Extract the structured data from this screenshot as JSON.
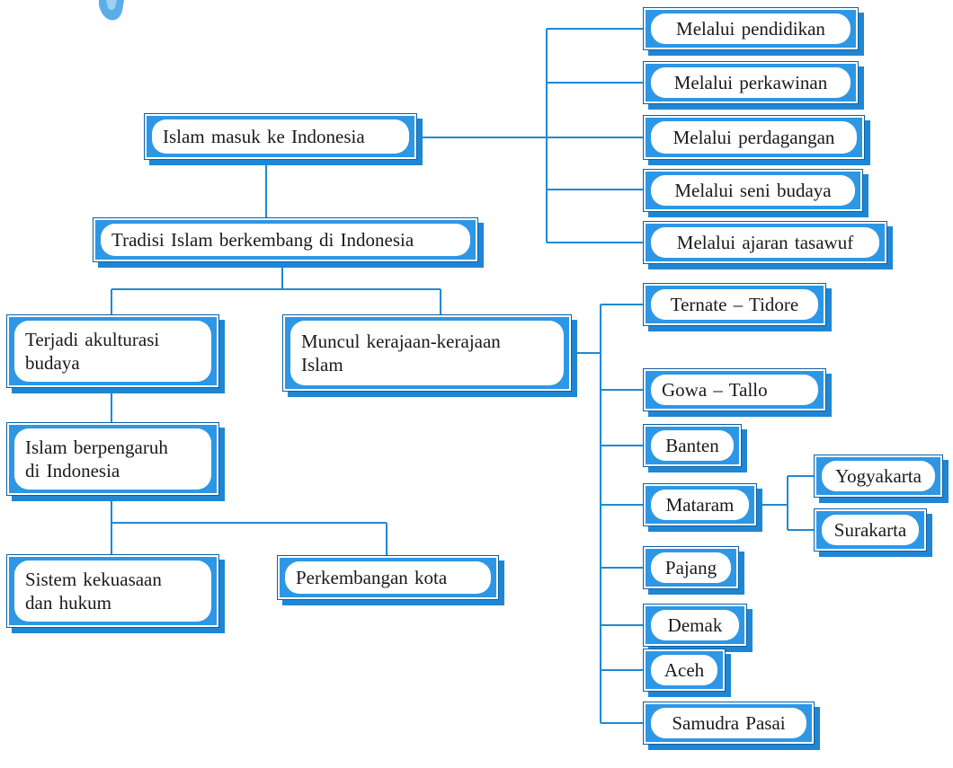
{
  "colors": {
    "accent": "#2d97e6",
    "line": "#1e8ad6"
  },
  "nodes": {
    "islam_masuk": "Islam masuk ke Indonesia",
    "tradisi": "Tradisi Islam berkembang di Indonesia",
    "akulturasi": "Terjadi akulturasi\nbudaya",
    "kerajaan": "Muncul kerajaan-kerajaan\nIslam",
    "berpengaruh": "Islam berpengaruh\ndi Indonesia",
    "sistem": "Sistem kekuasaan\ndan hukum",
    "kota": "Perkembangan kota"
  },
  "channels": [
    "Melalui pendidikan",
    "Melalui perkawinan",
    "Melalui perdagangan",
    "Melalui seni budaya",
    "Melalui ajaran tasawuf"
  ],
  "kingdoms": [
    "Ternate – Tidore",
    "Gowa – Tallo",
    "Banten",
    "Mataram",
    "Pajang",
    "Demak",
    "Aceh",
    "Samudra Pasai"
  ],
  "mataram_branches": [
    "Yogyakarta",
    "Surakarta"
  ]
}
